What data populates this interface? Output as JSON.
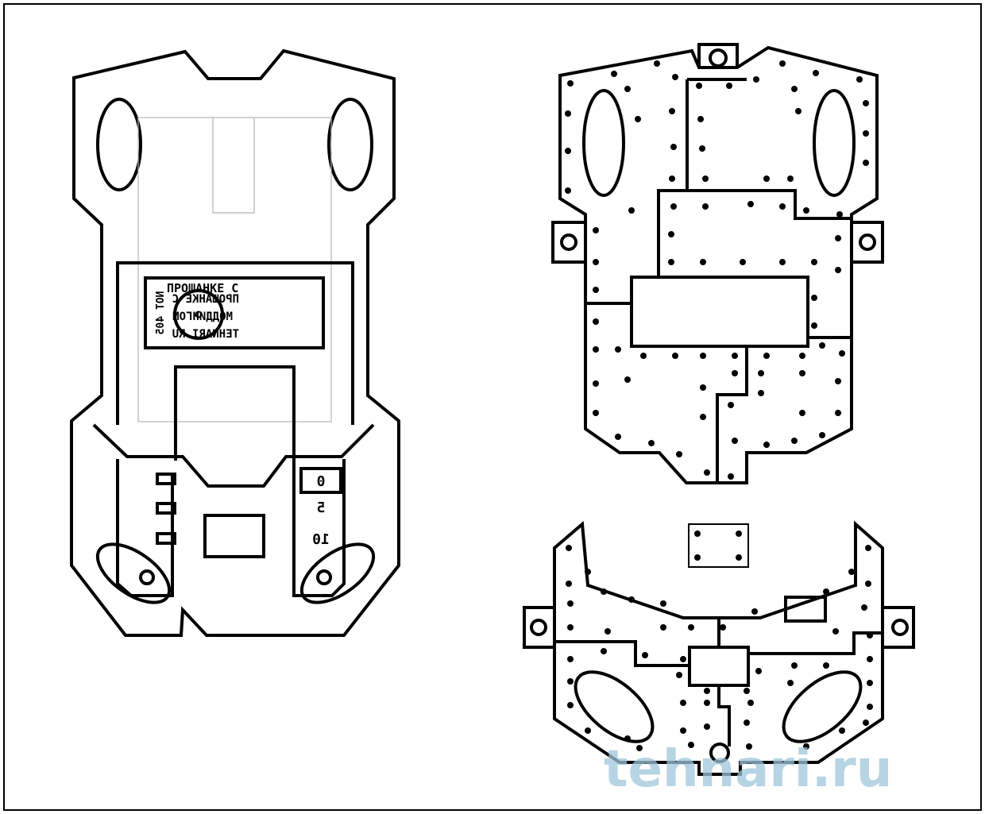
{
  "left_board": {
    "label_lines": [
      "ПРОШАНКЕ С",
      "МОДДИНГОМ",
      "TEHNARI.RU"
    ],
    "side_label": "NOT 405",
    "scale_values": [
      "0",
      "5",
      "10"
    ]
  },
  "watermark": {
    "text": "tehnari.ru",
    "color": "#9fc6dc"
  },
  "colors": {
    "line": "#000000",
    "guide": "#b4b4b4",
    "background": "#ffffff"
  }
}
